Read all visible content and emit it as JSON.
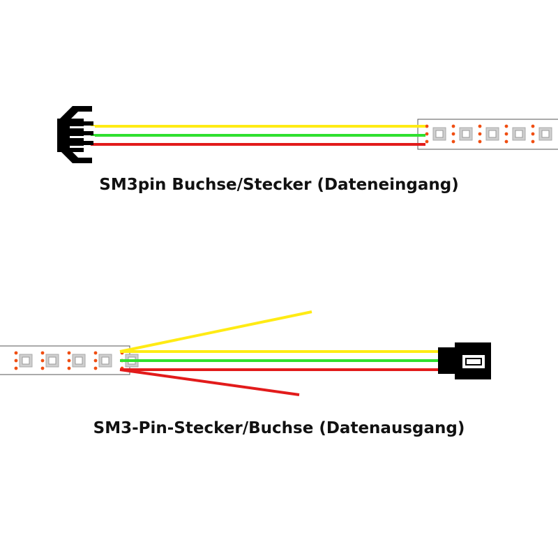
{
  "captions": {
    "input": "SM3pin Buchse/Stecker (Dateneingang)",
    "output": "SM3-Pin-Stecker/Buchse (Datenausgang)"
  },
  "colors": {
    "wire_yellow": "#ffeb14",
    "wire_green": "#2fe02f",
    "wire_red": "#e21b1b",
    "connector": "#000000",
    "led_pad": "#f04e12",
    "led_chip": "#cfcfcf",
    "strip": "#ffffff"
  },
  "wires": [
    "yellow",
    "green",
    "red"
  ]
}
